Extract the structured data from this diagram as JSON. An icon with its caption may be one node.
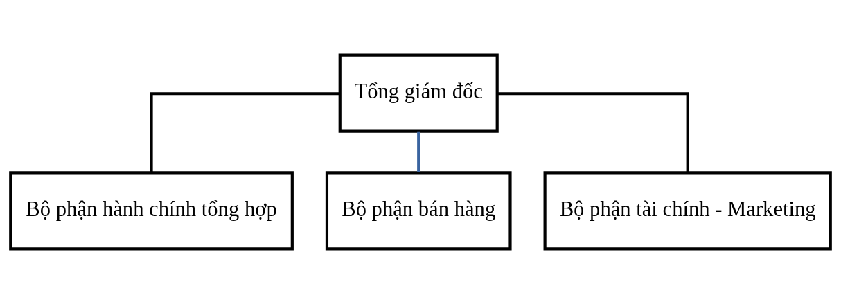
{
  "diagram": {
    "nodes": [
      {
        "text": [
          "Tổng giám đốc"
        ]
      },
      {
        "text": [
          "Bộ phận hành chính tổng hợp"
        ]
      },
      {
        "text": [
          "Bộ phận bán hàng"
        ]
      },
      {
        "text": [
          "Bộ phận tài chính - Marketing"
        ]
      }
    ],
    "edges": [
      {
        "from": 0,
        "to": 1,
        "arrow": "none"
      },
      {
        "from": 0,
        "to": 2,
        "arrow": "none",
        "color": "#3a64a0"
      },
      {
        "from": 0,
        "to": 3,
        "arrow": "none"
      }
    ]
  }
}
